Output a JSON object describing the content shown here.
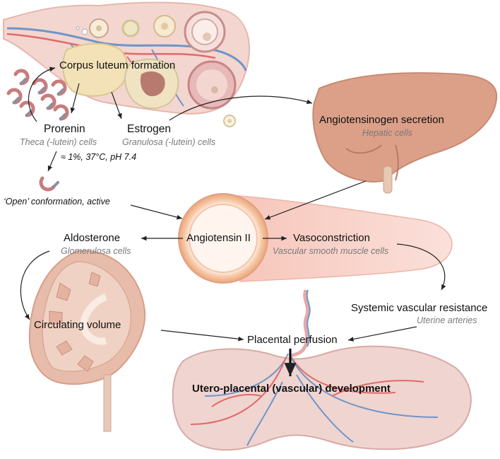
{
  "labels": {
    "corpus_luteum": "Corpus luteum formation",
    "prorenin": "Prorenin",
    "prorenin_sub": "Theca (-lutein) cells",
    "estrogen": "Estrogen",
    "estrogen_sub": "Granulosa (-lutein) cells",
    "activation_conditions": "≈ 1%, 37°C, pH 7.4",
    "open_conformation": "‘Open’ conformation, active",
    "angiotensinogen": "Angiotensinogen secretion",
    "angiotensinogen_sub": "Hepatic cells",
    "angiotensin": "Angiotensin II",
    "aldosterone": "Aldosterone",
    "aldosterone_sub": "Glomerulosa cells",
    "vasoconstriction": "Vasoconstriction",
    "vasoconstriction_sub": "Vascular smooth muscle cells",
    "systemic": "Systemic vascular resistance",
    "systemic_sub": "Uterine arteries",
    "circulating": "Circulating volume",
    "placental": "Placental perfusion",
    "utero": "Utero-placental (vascular) development"
  },
  "colors": {
    "ovary": "#f3d6cf",
    "liver": "#dc9f88",
    "kidney": "#e8bcaa",
    "vessel": "#f7c9bf",
    "placenta": "#f0d4d0",
    "artery_red": "#e06a6a",
    "vein_blue": "#6f95c8",
    "arrow": "#222222"
  }
}
